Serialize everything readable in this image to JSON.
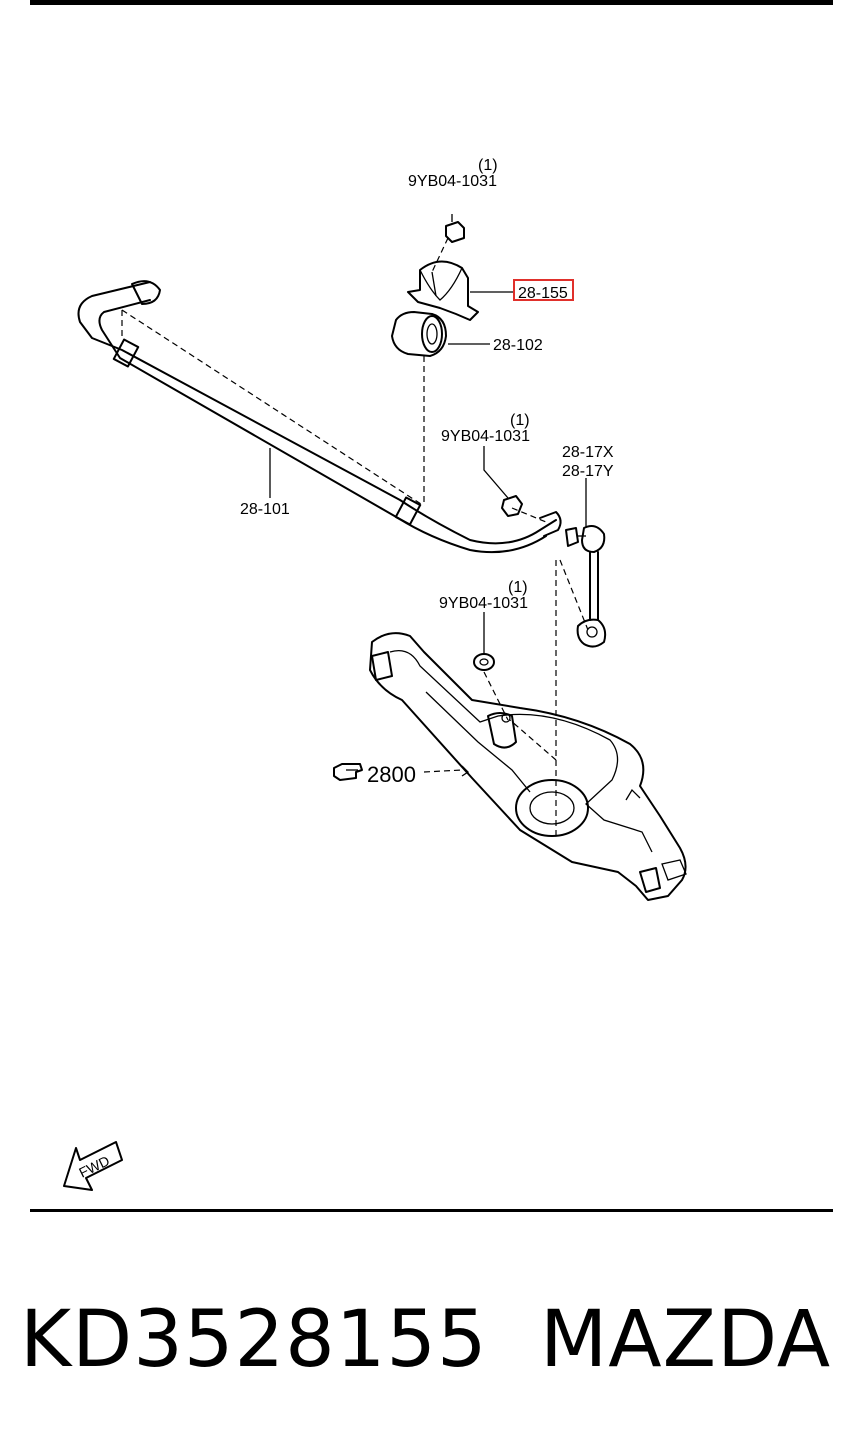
{
  "labels": {
    "bolt_qty_top": "(1)",
    "bolt_code_top": "9YB04-1031",
    "bracket_code": "28-155",
    "bushing_code": "28-102",
    "bolt_qty_mid": "(1)",
    "bolt_code_mid": "9YB04-1031",
    "link_code_x": "28-17X",
    "link_code_y": "28-17Y",
    "bar_code": "28-101",
    "nut_qty_low": "(1)",
    "nut_code_low": "9YB04-1031",
    "arm_ref": "2800",
    "fwd": "FWD"
  },
  "highlight_color": "#e0302b",
  "footer": {
    "part_number": "KD3528155",
    "brand": "MAZDA"
  }
}
